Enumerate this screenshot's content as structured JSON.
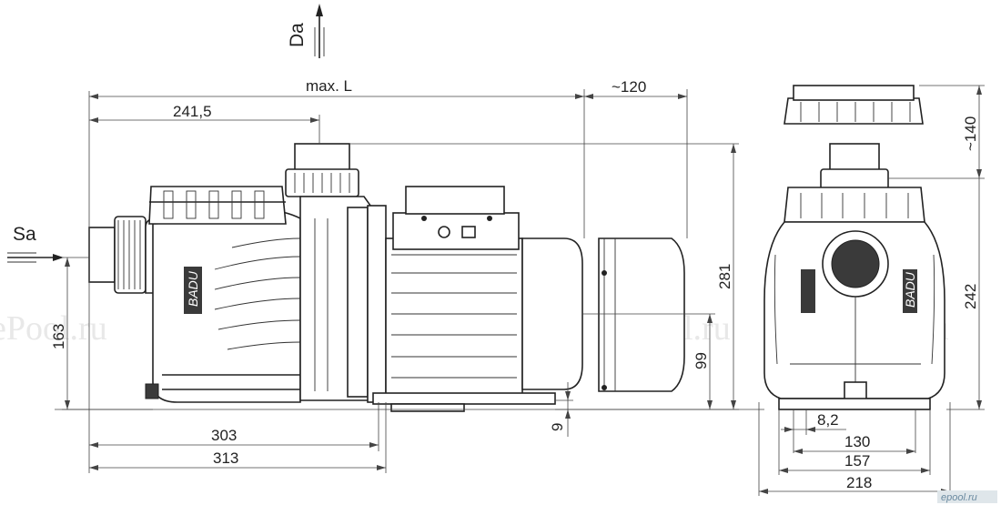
{
  "dimensions": {
    "max_l": "max. L",
    "approx_120": "~120",
    "d_241_5": "241,5",
    "d_281": "281",
    "d_163": "163",
    "d_99": "99",
    "d_9": "9",
    "d_303": "303",
    "d_313": "313",
    "d_approx_140": "~140",
    "d_242": "242",
    "d_8_2": "8,2",
    "d_130": "130",
    "d_157": "157",
    "d_218": "218"
  },
  "labels": {
    "suction": "Sa",
    "discharge": "Da",
    "brand_side": "BADU",
    "brand_front": "BADU"
  },
  "watermark": {
    "text": "ePool.ru",
    "badge": "epool.ru"
  }
}
